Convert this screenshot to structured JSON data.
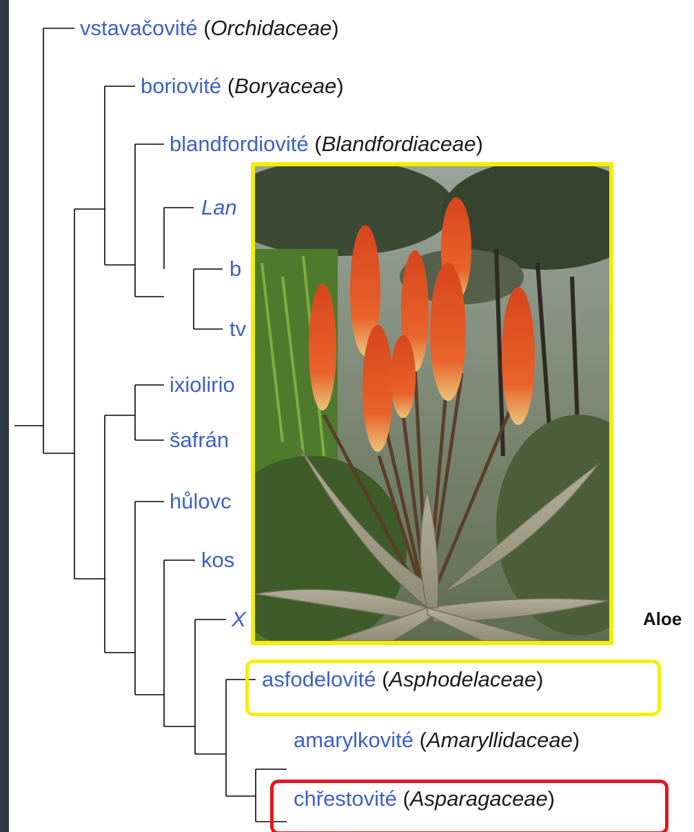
{
  "tree": {
    "taxa": [
      {
        "id": "orchidaceae",
        "czech": "vstavačovité",
        "latin": "Orchidaceae"
      },
      {
        "id": "boryaceae",
        "czech": "boriovité",
        "latin": "Boryaceae"
      },
      {
        "id": "blandfordiaceae",
        "czech": "blandfordiovité",
        "latin": "Blandfordiaceae"
      },
      {
        "id": "lanariaceae",
        "czech": "",
        "latin": "Lan"
      },
      {
        "id": "taxon-b",
        "czech": "b",
        "latin": ""
      },
      {
        "id": "taxon-tv",
        "czech": "tv",
        "latin": ""
      },
      {
        "id": "ixioliriaceae",
        "czech": "ixiolirio",
        "latin": ""
      },
      {
        "id": "iridaceae",
        "czech": "šafrán",
        "latin": ""
      },
      {
        "id": "tecophilaeaceae",
        "czech": "hůlovc",
        "latin": ""
      },
      {
        "id": "doryanthaceae",
        "czech": "kos",
        "latin": ""
      },
      {
        "id": "xeronemataceae",
        "czech": "",
        "latin": "X"
      },
      {
        "id": "asphodelaceae",
        "czech": "asfodelovité",
        "latin": "Asphodelaceae"
      },
      {
        "id": "amaryllidaceae",
        "czech": "amarylkovité",
        "latin": "Amaryllidaceae"
      },
      {
        "id": "asparagaceae",
        "czech": "chřestovité",
        "latin": "Asparagaceae"
      }
    ]
  },
  "photo": {
    "subject": "aloe-plant-with-orange-flower-spikes",
    "caption": "Aloe"
  },
  "highlights": {
    "asphodelaceae_color": "#f4ee00",
    "asparagaceae_color": "#e8141c"
  }
}
